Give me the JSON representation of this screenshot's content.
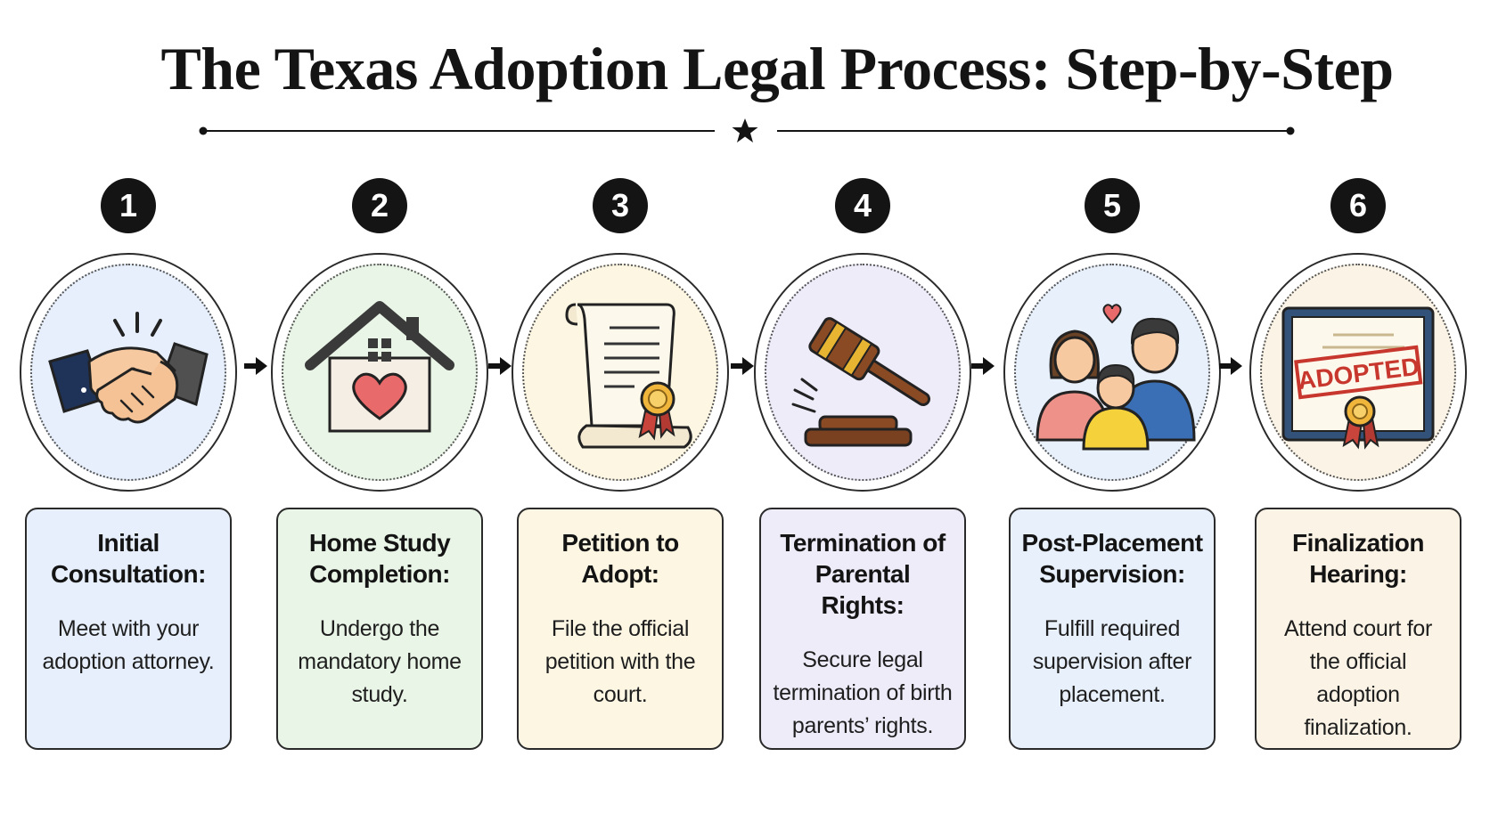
{
  "title": "The Texas Adoption Legal Process: Step-by-Step",
  "steps": [
    {
      "number": "1",
      "title": "Initial Consultation:",
      "description": "Meet with your adoption attorney.",
      "icon": "handshake-icon",
      "tint": "#e6effb"
    },
    {
      "number": "2",
      "title": "Home Study Completion:",
      "description": "Undergo the mandatory home study.",
      "icon": "house-heart-icon",
      "tint": "#e9f5e6"
    },
    {
      "number": "3",
      "title": "Petition to Adopt:",
      "description": "File the official petition with the court.",
      "icon": "petition-scroll-icon",
      "tint": "#fcf6e3"
    },
    {
      "number": "4",
      "title": "Termination of Parental Rights:",
      "description": "Secure legal termination of birth parents’ rights.",
      "icon": "gavel-icon",
      "tint": "#efecfa"
    },
    {
      "number": "5",
      "title": "Post-Placement Supervision:",
      "description": "Fulfill required supervision after placement.",
      "icon": "family-icon",
      "tint": "#e8f0fb"
    },
    {
      "number": "6",
      "title": "Finalization Hearing:",
      "description": "Attend court for the official adoption finalization.",
      "icon": "adoption-certificate-icon",
      "tint": "#fbf4e6"
    }
  ],
  "certificate_stamp": "ADOPTED"
}
